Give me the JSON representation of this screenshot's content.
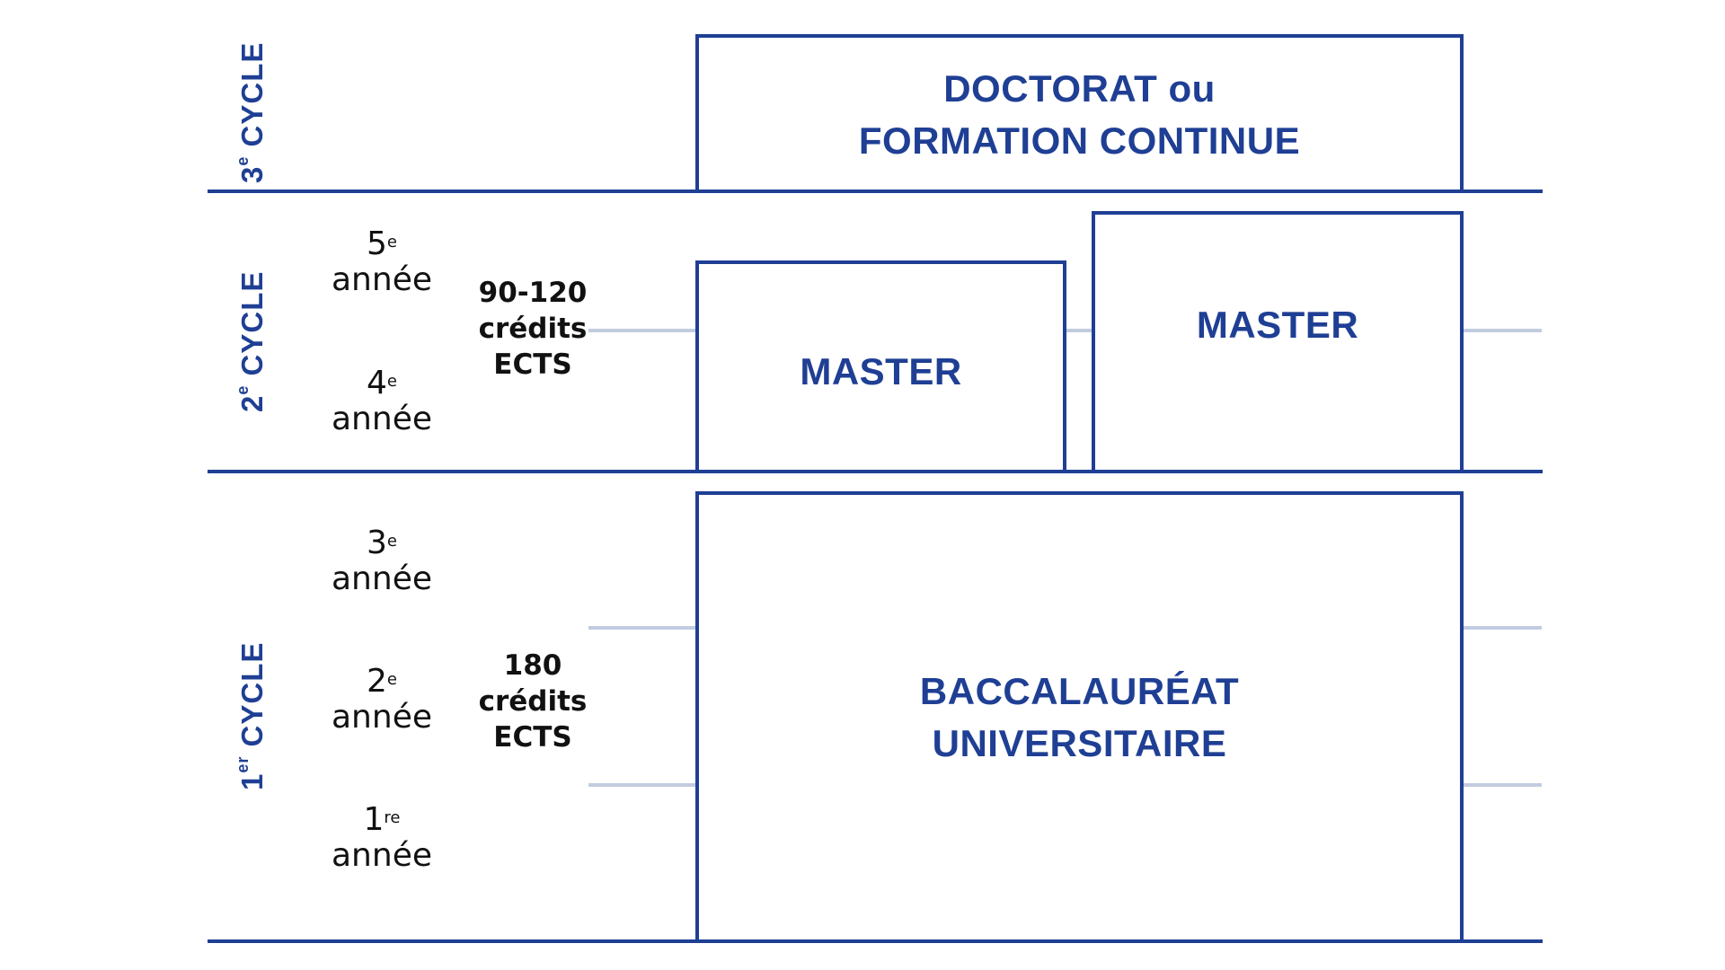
{
  "cycles": {
    "third": {
      "num": "3",
      "sup": "e",
      "word": "CYCLE"
    },
    "second": {
      "num": "2",
      "sup": "e",
      "word": "CYCLE"
    },
    "first": {
      "num": "1",
      "sup": "er",
      "word": "CYCLE"
    }
  },
  "years": [
    {
      "num": "5",
      "sup": "e",
      "word": "année"
    },
    {
      "num": "4",
      "sup": "e",
      "word": "année"
    },
    {
      "num": "3",
      "sup": "e",
      "word": "année"
    },
    {
      "num": "2",
      "sup": "e",
      "word": "année"
    },
    {
      "num": "1",
      "sup": "re",
      "word": "année"
    }
  ],
  "credits": {
    "second_cycle": [
      "90-120",
      "crédits",
      "ECTS"
    ],
    "first_cycle": [
      "180",
      "crédits",
      "ECTS"
    ]
  },
  "boxes": {
    "doctorat": {
      "line1_main": "DOCTORAT",
      "line1_suffix": "ou",
      "line2": "FORMATION CONTINUE"
    },
    "master_left": "MASTER",
    "master_right": "MASTER",
    "bachelor": {
      "line1": "BACCALAURÉAT",
      "line2": "UNIVERSITAIRE"
    }
  },
  "colors": {
    "primary": "#1f3f94",
    "guide": "#c2cce0",
    "text": "#111111"
  }
}
